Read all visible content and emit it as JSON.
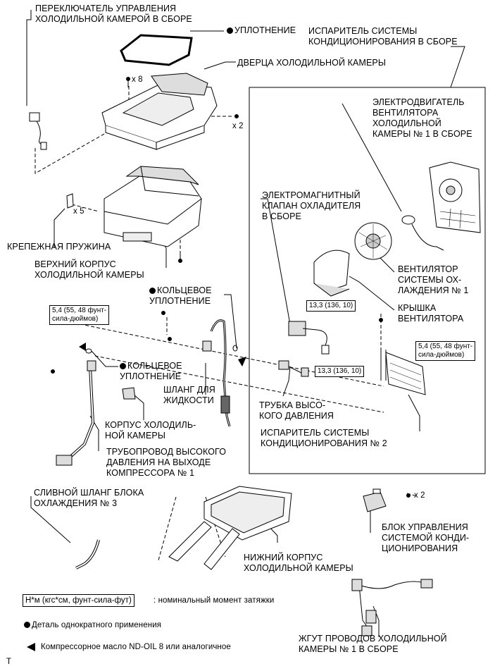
{
  "labels": {
    "switch_assy": "ПЕРЕКЛЮЧАТЕЛЬ УПРАВЛЕНИЯ\nХОЛОДИЛЬНОЙ КАМЕРОЙ В СБОРЕ",
    "seal": "УПЛОТНЕНИЕ",
    "door": "ДВЕРЦА ХОЛОДИЛЬНОЙ КАМЕРЫ",
    "evap_assy": "ИСПАРИТЕЛЬ СИСТЕМЫ\nКОНДИЦИОНИРОВАНИЯ В СБОРЕ",
    "x8": "x 8",
    "x2_top": "x 2",
    "x5": "x 5",
    "motor": "ЭЛЕКТРОДВИГАТЕЛЬ\nВЕНТИЛЯТОРА\nХОЛОДИЛЬНОЙ\nКАМЕРЫ № 1 В СБОРЕ",
    "solenoid": "ЭЛЕКТРОМАГНИТНЫЙ\nКЛАПАН ОХЛАДИТЕЛЯ\nВ СБОРЕ",
    "spring": "КРЕПЕЖНАЯ ПРУЖИНА",
    "upper_case": "ВЕРХНИЙ КОРПУС\nХОЛОДИЛЬНОЙ КАМЕРЫ",
    "fan": "ВЕНТИЛЯТОР\nСИСТЕМЫ ОХ-\nЛАЖДЕНИЯ № 1",
    "oring1": "КОЛЬЦЕВОЕ\nУПЛОТНЕНИЕ",
    "fan_cover": "КРЫШКА\nВЕНТИЛЯТОРА",
    "oring2": "КОЛЬЦЕВОЕ\nУПЛОТНЕНИЕ",
    "liquid_hose": "ШЛАНГ ДЛЯ\nЖИДКОСТИ",
    "hp_tube": "ТРУБКА ВЫСО-\nКОГО ДАВЛЕНИЯ",
    "cooler_case": "КОРПУС ХОЛОДИЛЬ-\nНОЙ КАМЕРЫ",
    "evap2": "ИСПАРИТЕЛЬ СИСТЕМЫ\nКОНДИЦИОНИРОВАНИЯ № 2",
    "discharge_pipe": "ТРУБОПРОВОД ВЫСОКОГО\nДАВЛЕНИЯ НА ВЫХОДЕ\nКОМПРЕССОРА № 1",
    "drain_hose": "СЛИВНОЙ ШЛАНГ БЛОКА\nОХЛАЖДЕНИЯ № 3",
    "x2_ecu": "x 2",
    "ecu": "БЛОК УПРАВЛЕНИЯ\nСИСТЕМОЙ КОНДИ-\nЦИОНИРОВАНИЯ",
    "lower_case": "НИЖНИЙ КОРПУС\nХОЛОДИЛЬНОЙ КАМЕРЫ",
    "harness": "ЖГУТ ПРОВОДОВ ХОЛОДИЛЬНОЙ\nКАМЕРЫ № 1 В СБОРЕ"
  },
  "torques": {
    "t1": "5,4 (55, 48 фунт-\nсила-дюймов)",
    "t2": "13,3 (136, 10)",
    "t3": "13,3 (136, 10)",
    "t4": "5,4 (55, 48 фунт-\nсила-дюймов)"
  },
  "legend": {
    "torque_unit": "Н*м (кгс*см, фунт-сила-фут)",
    "torque_desc": ": номинальный момент затяжки",
    "one_time": "Деталь однократного применения",
    "oil": "Компрессорное масло ND-OIL 8 или аналогичное"
  },
  "footer_code": "T"
}
